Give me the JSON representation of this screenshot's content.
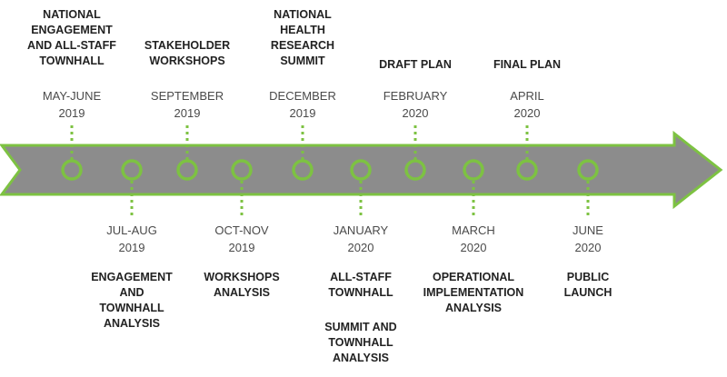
{
  "colors": {
    "arrow_fill": "#8c8c8c",
    "accent": "#7dc242"
  },
  "milestones": [
    {
      "date": "MAY-JUNE\n2019",
      "label": "NATIONAL\nENGAGEMENT\nAND ALL-STAFF\nTOWNHALL",
      "side": "top"
    },
    {
      "date": "JUL-AUG\n2019",
      "label": "ENGAGEMENT\nAND\nTOWNHALL\nANALYSIS",
      "side": "bottom"
    },
    {
      "date": "SEPTEMBER\n2019",
      "label": "STAKEHOLDER\nWORKSHOPS",
      "side": "top"
    },
    {
      "date": "OCT-NOV\n2019",
      "label": "WORKSHOPS\nANALYSIS",
      "side": "bottom"
    },
    {
      "date": "DECEMBER\n2019",
      "label": "NATIONAL\nHEALTH\nRESEARCH\nSUMMIT",
      "side": "top"
    },
    {
      "date": "JANUARY\n2020",
      "label": "ALL-STAFF\nTOWNHALL",
      "label2": "SUMMIT AND\nTOWNHALL\nANALYSIS",
      "side": "bottom"
    },
    {
      "date": "FEBRUARY\n2020",
      "label": "DRAFT PLAN",
      "side": "top"
    },
    {
      "date": "MARCH\n2020",
      "label": "OPERATIONAL\nIMPLEMENTATION\nANALYSIS",
      "side": "bottom"
    },
    {
      "date": "APRIL\n2020",
      "label": "FINAL PLAN",
      "side": "top"
    },
    {
      "date": "JUNE\n2020",
      "label": "PUBLIC\nLAUNCH",
      "side": "bottom"
    }
  ]
}
